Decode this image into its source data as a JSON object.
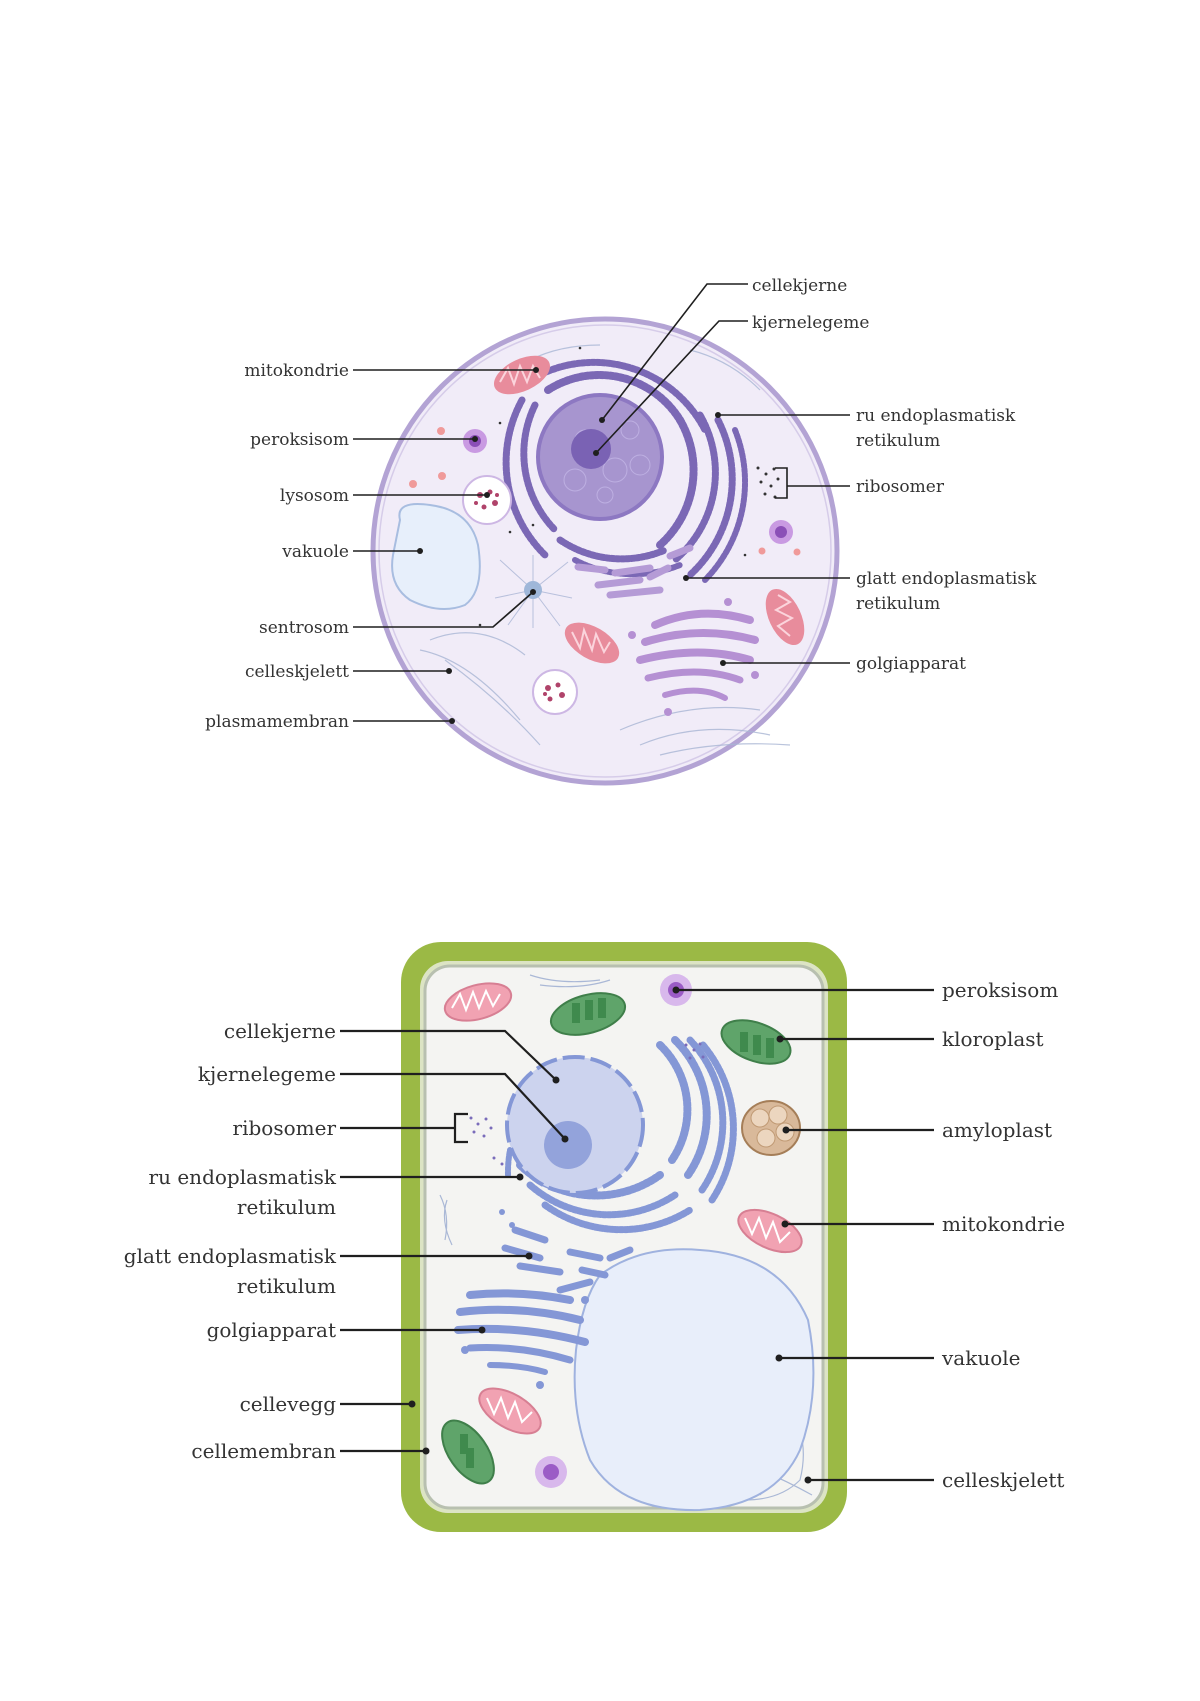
{
  "animal_cell": {
    "labels": {
      "cellekjerne": "cellekjerne",
      "kjernelegeme": "kjernelegeme",
      "mitokondrie": "mitokondrie",
      "peroksisom": "peroksisom",
      "lysosom": "lysosom",
      "vakuole": "vakuole",
      "sentrosom": "sentrosom",
      "celleskjelett": "celleskjelett",
      "plasmamembran": "plasmamembran",
      "ru_er_1": "ru endoplasmatisk",
      "ru_er_2": "retikulum",
      "ribosomer": "ribosomer",
      "glatt_er_1": "glatt endoplasmatisk",
      "glatt_er_2": "retikulum",
      "golgiapparat": "golgiapparat"
    }
  },
  "plant_cell": {
    "labels": {
      "cellekjerne": "cellekjerne",
      "kjernelegeme": "kjernelegeme",
      "ribosomer": "ribosomer",
      "ru_er_1": "ru endoplasmatisk",
      "ru_er_2": "retikulum",
      "glatt_er_1": "glatt endoplasmatisk",
      "glatt_er_2": "retikulum",
      "golgiapparat": "golgiapparat",
      "cellevegg": "cellevegg",
      "cellemembran": "cellemembran",
      "peroksisom": "peroksisom",
      "kloroplast": "kloroplast",
      "amyloplast": "amyloplast",
      "mitokondrie": "mitokondrie",
      "vakuole": "vakuole",
      "celleskjelett": "celleskjelett"
    }
  },
  "colors": {
    "animal_membrane": "#b3a3d4",
    "animal_cytoplasm": "#f1ecf8",
    "animal_nucleus": "#a795cf",
    "animal_nucleolus": "#7a62b4",
    "animal_er": "#7b68b5",
    "mitochondria": "#e88c9c",
    "plant_wall": "#9bb945",
    "plant_cytoplasm": "#f4f4f2",
    "plant_nucleus": "#ccd3ee",
    "plant_er": "#8497d6",
    "chloroplast": "#5fa46a",
    "amyloplast": "#d9b99a",
    "vacuole": "#e8eefa",
    "peroxisome": "#b67ad4"
  }
}
